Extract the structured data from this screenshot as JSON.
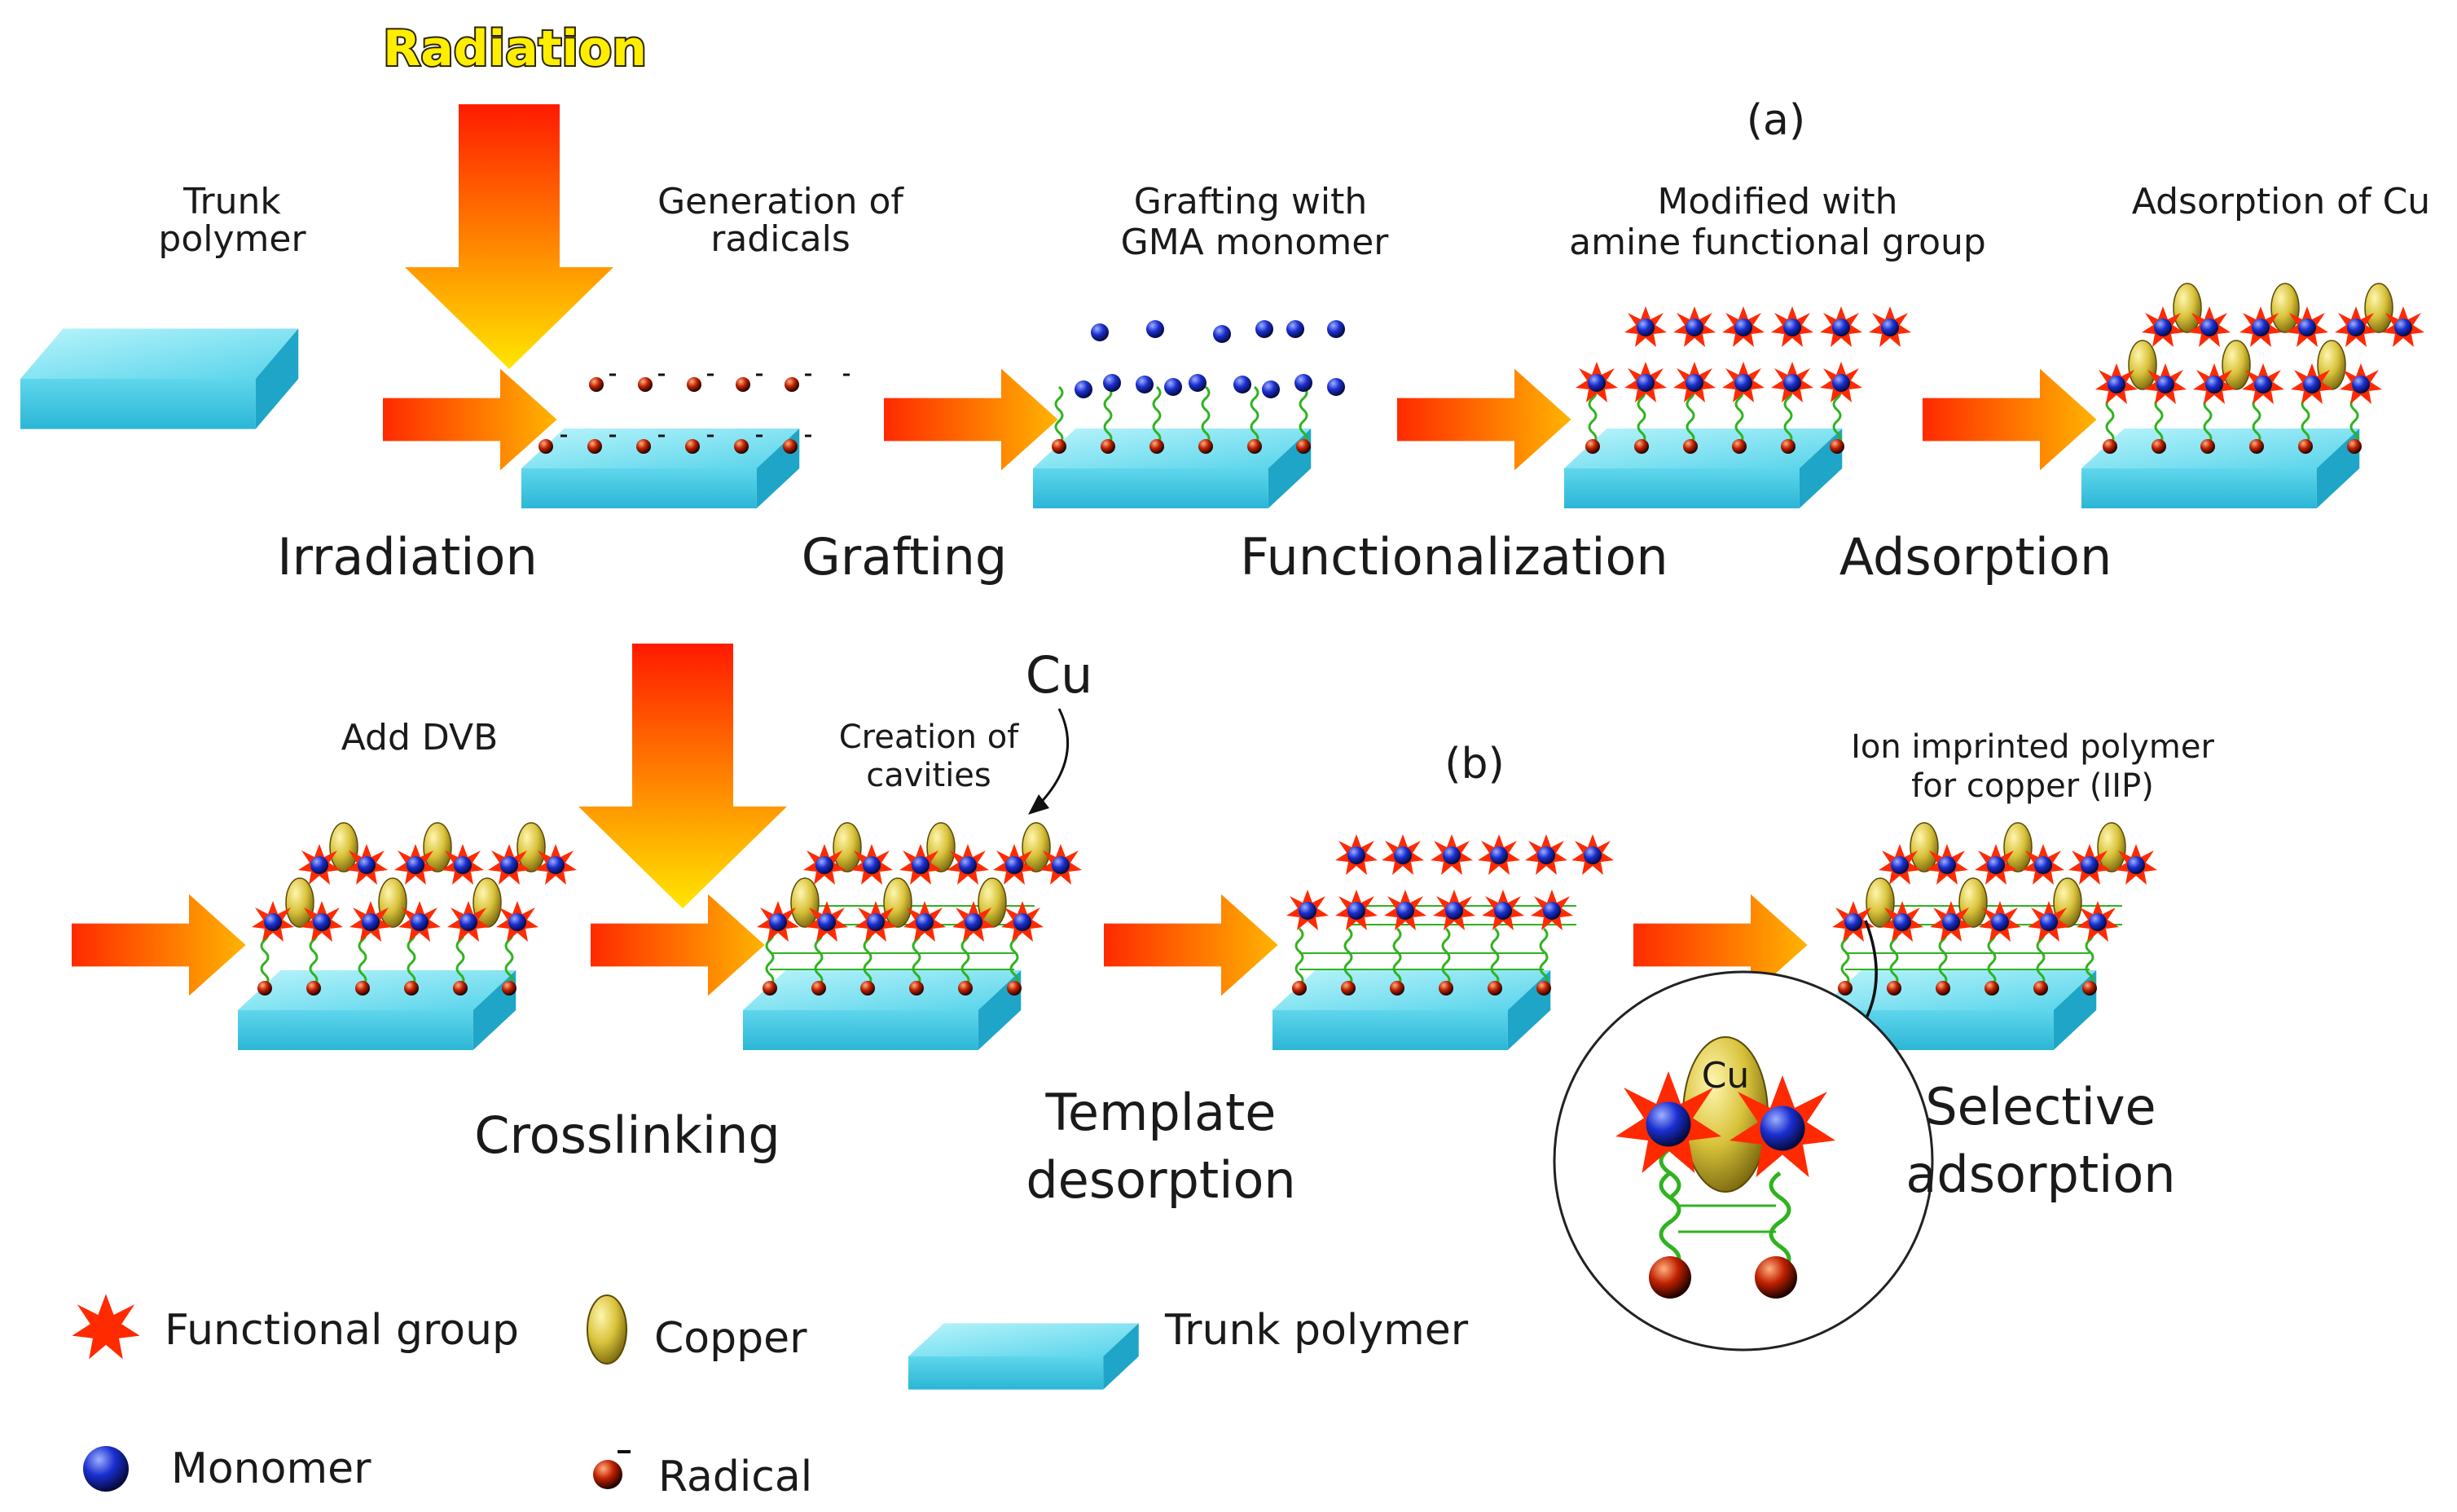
{
  "radiation_label": "Radiation",
  "panels": {
    "a": "(a)",
    "b": "(b)"
  },
  "top_captions": {
    "trunk_1": "Trunk",
    "trunk_2": "polymer",
    "generation_1": "Generation of",
    "generation_2": "radicals",
    "grafting_gma_1": "Grafting with",
    "grafting_gma_2": "GMA monomer",
    "modified_1": "Modified with",
    "modified_2": "amine functional group",
    "adsorption_cu": "Adsorption of Cu"
  },
  "top_steps": {
    "irradiation": "Irradiation",
    "grafting": "Grafting",
    "functionalization": "Functionalization",
    "adsorption": "Adsorption"
  },
  "bottom_captions": {
    "add_dvb": "Add DVB",
    "cu": "Cu",
    "creation_1": "Creation of",
    "creation_2": "cavities",
    "iip_1": "Ion imprinted polymer",
    "iip_2": "for copper (IIP)",
    "zoom_cu": "Cu"
  },
  "bottom_steps": {
    "crosslinking": "Crosslinking",
    "template_1": "Template",
    "template_2": "desorption",
    "selective_1": "Selective",
    "selective_2": "adsorption"
  },
  "legend": {
    "functional_group": "Functional group",
    "copper": "Copper",
    "trunk_polymer": "Trunk polymer",
    "monomer": "Monomer",
    "radical": "Radical"
  },
  "colors": {
    "slab_top": "#7fe6f5",
    "slab_front": "#3cc7e2",
    "arrow_start": "#ff2a00",
    "arrow_end": "#ffd200",
    "chain": "#2fb31f",
    "monomer": "#1a2fd0",
    "radical": "#b52000",
    "star": "#ff2a00",
    "copper": "#d8c23a"
  },
  "icons": [
    "radiation-arrow-icon",
    "process-arrow-icon",
    "functional-group-star-icon",
    "copper-ellipse-icon",
    "monomer-sphere-icon",
    "radical-sphere-icon",
    "trunk-polymer-slab-icon"
  ]
}
